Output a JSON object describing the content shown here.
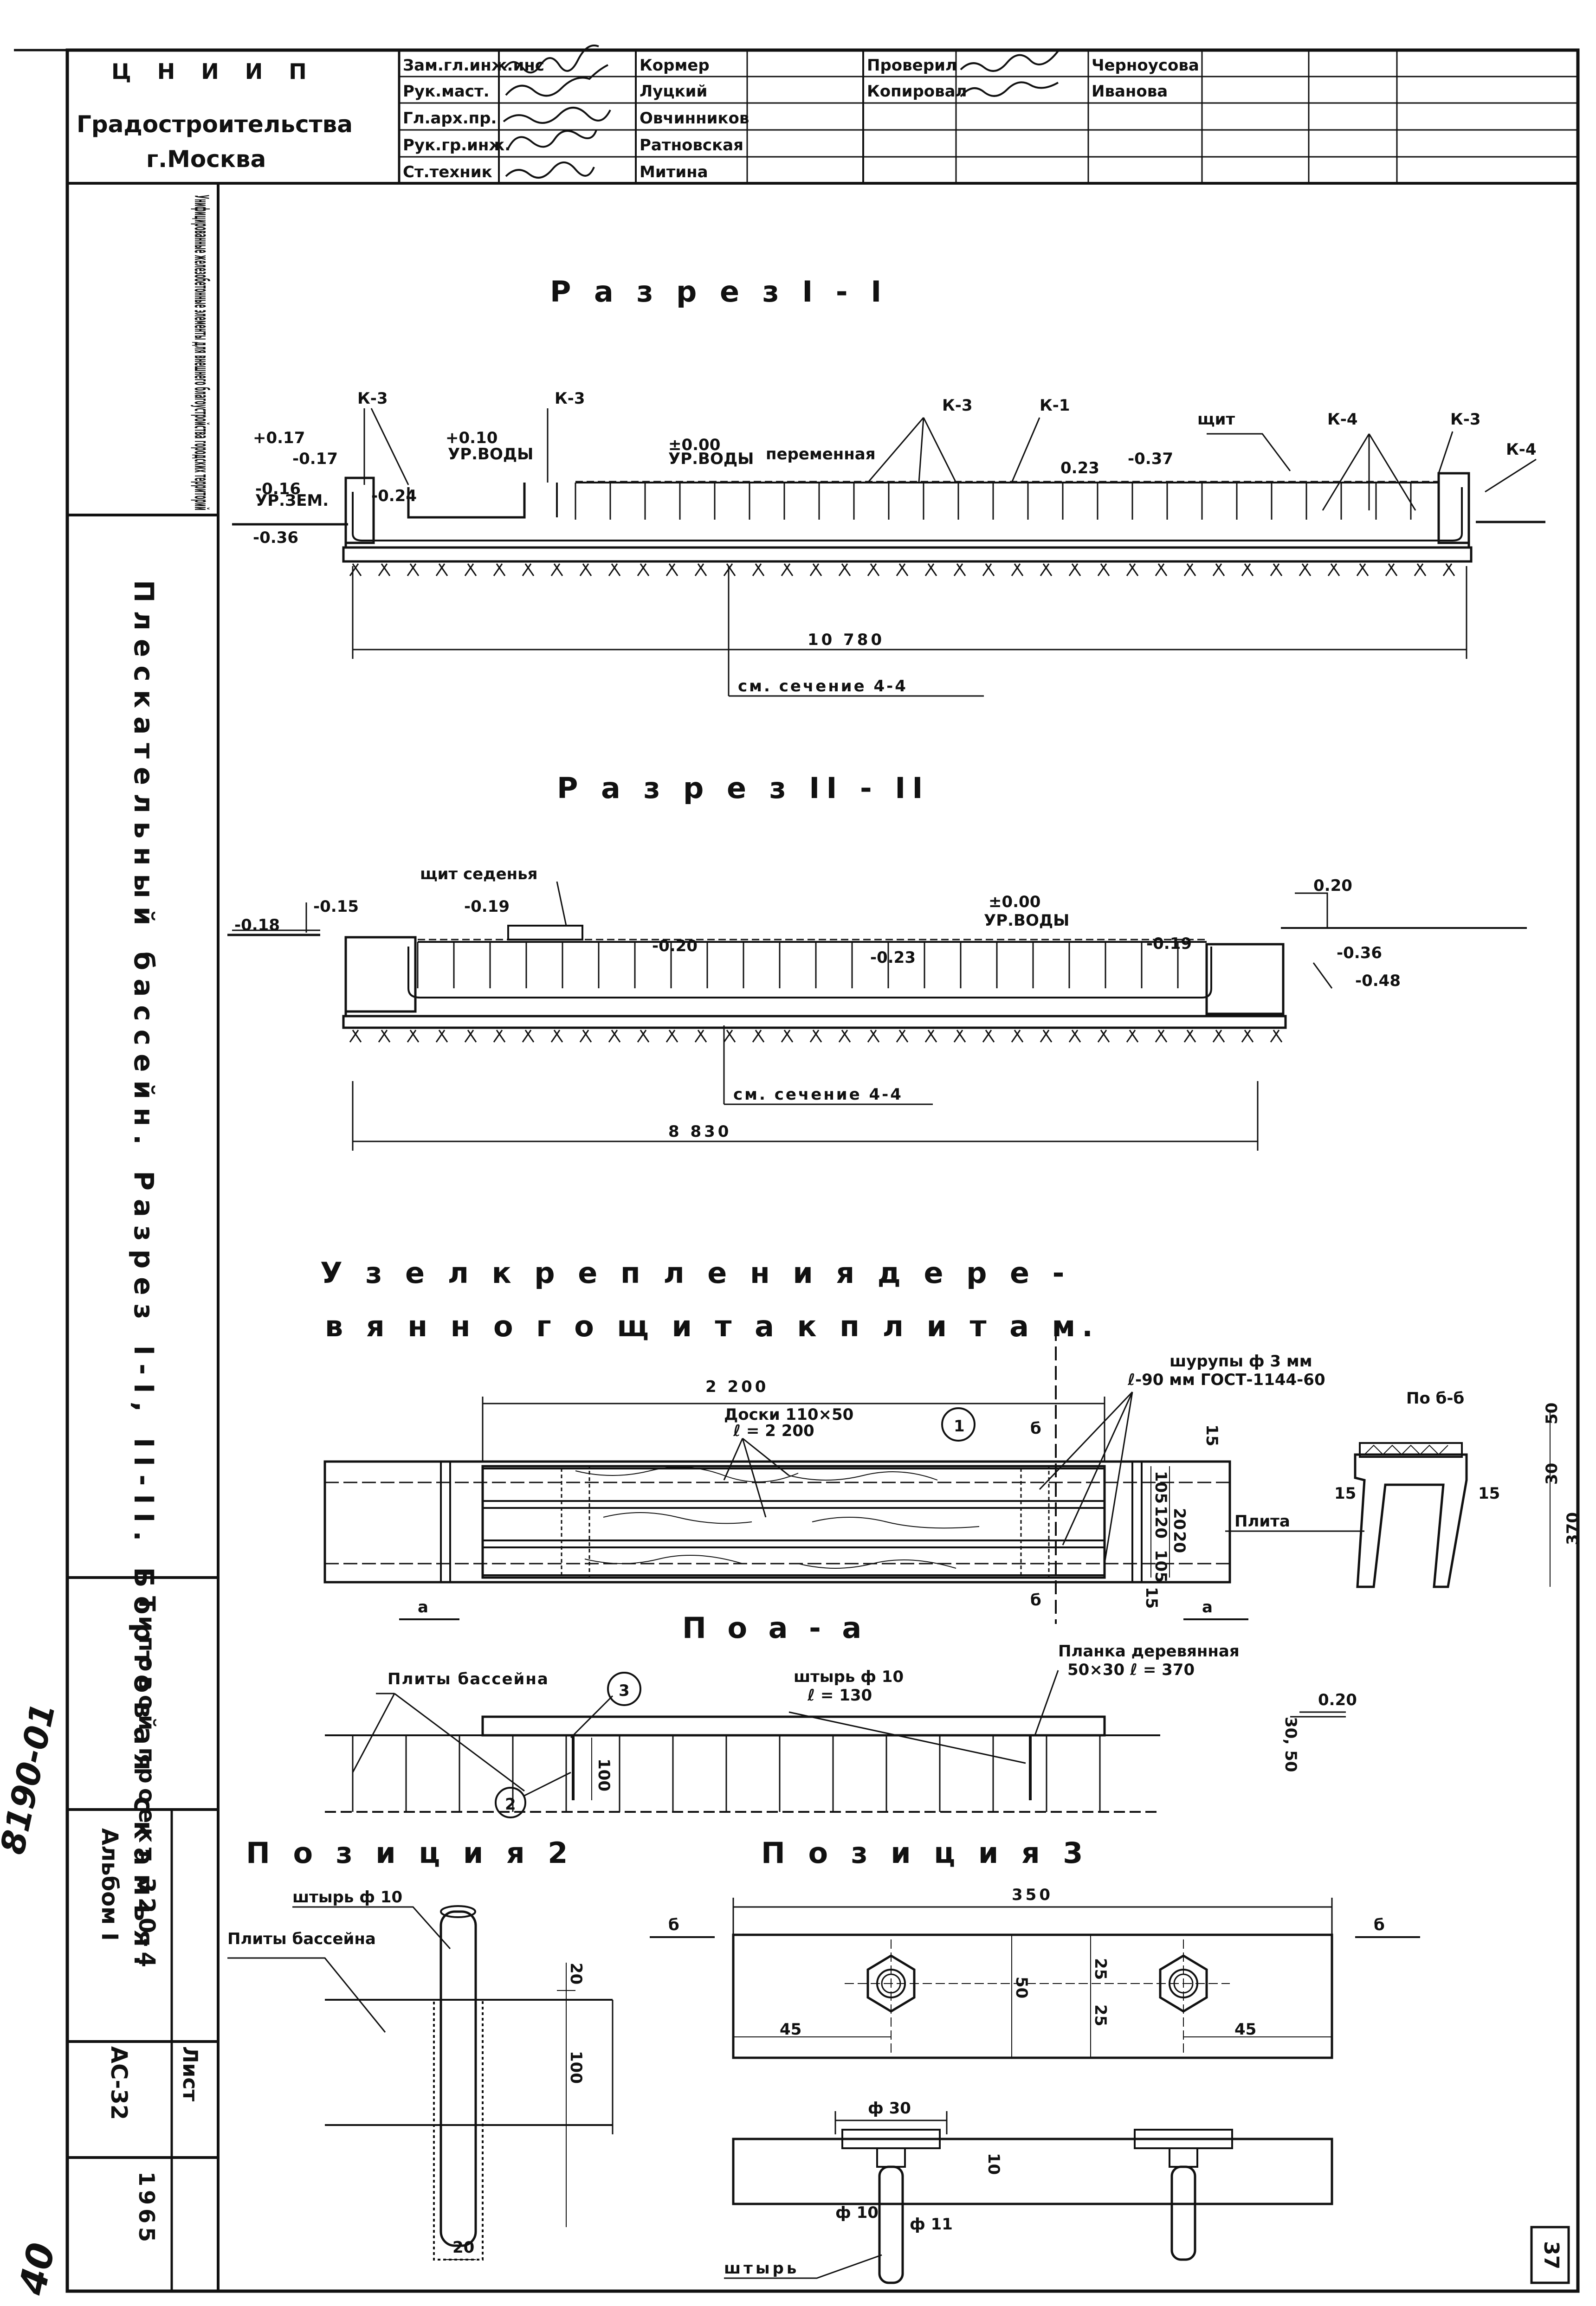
{
  "org": {
    "line1": "Ц Н И И П",
    "line2": "Градостроительства",
    "line3": "г.Москва"
  },
  "stamp": {
    "rows": [
      {
        "role": "Зам.гл.инж.инс",
        "name": "Кормер"
      },
      {
        "role": "Рук.маст.",
        "name": "Луцкий"
      },
      {
        "role": "Гл.арх.пр.",
        "name": "Овчинников"
      },
      {
        "role": "Рук.гр.инж.",
        "name": "Ратновская"
      },
      {
        "role": "Ст.техник",
        "name": "Митина"
      }
    ],
    "checked_label": "Проверил",
    "checked_name": "Черноусова",
    "copied_label": "Копировал",
    "copied_name": "Иванова"
  },
  "left_column": {
    "collection_title": "Унифицированные железобетонные элементы для внешнего благоустройства городских территорий",
    "drawing_title": "Плескательный бассейн. Разрез I-I, II-II. Бортовая скамья.",
    "project": "Типовой проект 320-4",
    "album": "Альбом I",
    "sheet_label": "Лист",
    "sheet_code": "АС-32",
    "year": "1965"
  },
  "side_note": {
    "code": "8190-01",
    "number": "40"
  },
  "page_number": "37",
  "section1": {
    "title": "Р а з р е з   I - I",
    "labels": [
      "К-3",
      "К-3",
      "К-3",
      "К-1",
      "щит",
      "К-4",
      "К-3",
      "К-4"
    ],
    "levels": [
      "+0.17",
      "-0.17",
      "+0.10",
      "УР.ВОДЫ",
      "±0.00",
      "УР.ВОДЫ",
      "переменная",
      "0.23",
      "-0.37",
      "-0.16",
      "УР.ЗЕМ.",
      "-0.24",
      "-0.36"
    ],
    "dim": "10 780",
    "note": "см. сечение 4-4"
  },
  "section2": {
    "title": "Р а з р е з   II - II",
    "labels": [
      "щит седенья",
      "-0.19",
      "-0.15",
      "-0.18",
      "-0.20",
      "-0.23",
      "±0.00",
      "УР.ВОДЫ",
      "0.20",
      "-0.36",
      "-0.48",
      "-0.19"
    ],
    "dim": "8 830",
    "note": "см. сечение 4-4"
  },
  "node": {
    "title_line1": "У з е л   к р е п л е н и я   д е р е -",
    "title_line2": "в я н н о г о   щ и т а   к   п л и т а м.",
    "dim_total": "2 200",
    "boards": "Доски 110×50",
    "boards_len": "ℓ = 2 200",
    "pos1": "1",
    "screws": "шурупы ф 3 мм",
    "screws_spec": "ℓ-90 мм ГОСТ-1144-60",
    "section_b": "По б-б",
    "plita": "Плита",
    "dims_right": [
      "105",
      "120",
      "20",
      "20",
      "105",
      "15",
      "15"
    ],
    "dims_bb": [
      "50",
      "30",
      "370",
      "15",
      "15"
    ],
    "cut_a": "а",
    "cut_b": "б"
  },
  "view_aa": {
    "title": "П о  а - а",
    "plates": "Плиты бассейна",
    "pos3": "3",
    "pos2": "2",
    "pin": "штырь ф 10",
    "pin_len": "ℓ = 130",
    "plank": "Планка деревянная",
    "plank_spec": "50×30  ℓ = 370",
    "level": "0.20",
    "dim_100": "100",
    "dim_side": "30, 50"
  },
  "position2": {
    "title": "П о з и ц и я  2",
    "pin": "штырь ф 10",
    "plates": "Плиты бассейна",
    "dims": [
      "20",
      "100",
      "20"
    ]
  },
  "position3": {
    "title": "П о з и ц и я  3",
    "dim_total": "350",
    "dims": [
      "45",
      "45",
      "25",
      "25",
      "50"
    ],
    "cut": "б",
    "d30": "ф 30",
    "d10": "ф 10",
    "d11": "ф 11",
    "dim10": "10",
    "pin": "штырь"
  }
}
